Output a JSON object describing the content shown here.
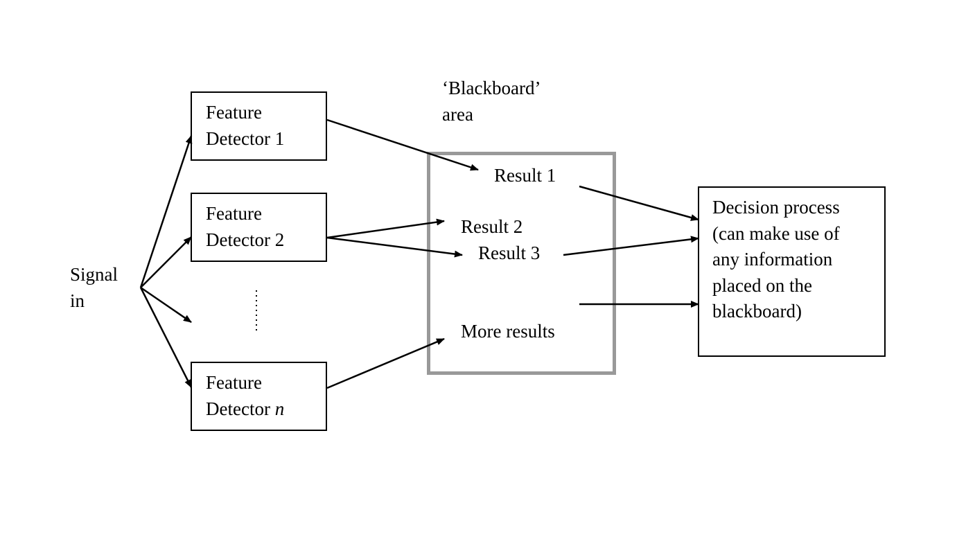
{
  "signal": {
    "line1": "Signal",
    "line2": "in"
  },
  "detectors": [
    {
      "line1": "Feature",
      "line2": "Detector 1"
    },
    {
      "line1": "Feature",
      "line2": "Detector 2"
    },
    {
      "line1": "Feature",
      "line2_prefix": "Detector ",
      "line2_var": "n"
    }
  ],
  "blackboard": {
    "label_line1": "‘Blackboard’",
    "label_line2": "area",
    "results": [
      "Result 1",
      "Result 2",
      "Result 3",
      "More results"
    ]
  },
  "decision": {
    "lines": [
      "Decision process",
      "(can make use of",
      "any information",
      "placed on the",
      "blackboard)"
    ]
  },
  "colors": {
    "ink": "#000000",
    "blackboard_border": "#999999",
    "background": "#ffffff"
  }
}
